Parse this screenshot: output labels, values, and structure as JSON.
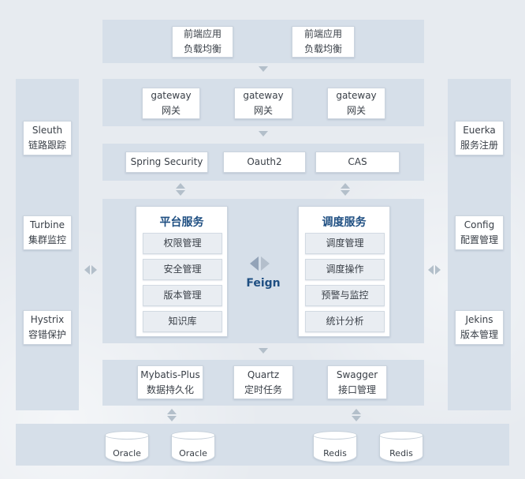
{
  "top_band": {
    "boxes": [
      {
        "line1": "前端应用",
        "line2": "负载均衡"
      },
      {
        "line1": "前端应用",
        "line2": "负载均衡"
      }
    ]
  },
  "gateway_band": {
    "boxes": [
      {
        "line1": "gateway",
        "line2": "网关"
      },
      {
        "line1": "gateway",
        "line2": "网关"
      },
      {
        "line1": "gateway",
        "line2": "网关"
      }
    ]
  },
  "auth_band": {
    "boxes": [
      "Spring Security",
      "Oauth2",
      "CAS"
    ]
  },
  "platform_panel": {
    "title": "平台服务",
    "items": [
      "权限管理",
      "安全管理",
      "版本管理",
      "知识库"
    ]
  },
  "schedule_panel": {
    "title": "调度服务",
    "items": [
      "调度管理",
      "调度操作",
      "预警与监控",
      "统计分析"
    ]
  },
  "feign": {
    "label": "Feign"
  },
  "middleware_band": {
    "boxes": [
      {
        "line1": "Mybatis-Plus",
        "line2": "数据持久化"
      },
      {
        "line1": "Quartz",
        "line2": "定时任务"
      },
      {
        "line1": "Swagger",
        "line2": "接口管理"
      }
    ]
  },
  "left_column": {
    "boxes": [
      {
        "line1": "Sleuth",
        "line2": "链路跟踪"
      },
      {
        "line1": "Turbine",
        "line2": "集群监控"
      },
      {
        "line1": "Hystrix",
        "line2": "容错保护"
      }
    ]
  },
  "right_column": {
    "boxes": [
      {
        "line1": "Euerka",
        "line2": "服务注册"
      },
      {
        "line1": "Config",
        "line2": "配置管理"
      },
      {
        "line1": "Jekins",
        "line2": "版本管理"
      }
    ]
  },
  "databases": [
    "Oracle",
    "Oracle",
    "Redis",
    "Redis"
  ],
  "colors": {
    "band": "#d6dfe9",
    "accent_title": "#1f4f82",
    "arrow": "#b3bfca",
    "background": "#e7ebf0"
  }
}
